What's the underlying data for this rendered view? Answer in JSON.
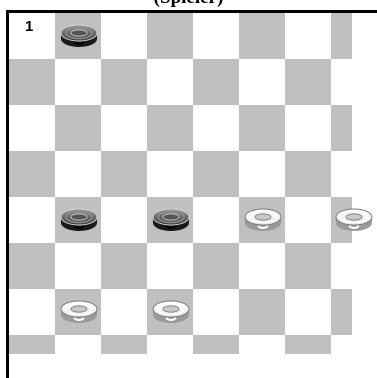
{
  "header": {
    "title_fragment": "(Spieler)"
  },
  "board": {
    "columns": 8,
    "rows": 8,
    "first_square_color": "light",
    "colors": {
      "light": "#ffffff",
      "dark": "#c0c0c0",
      "border": "#000000"
    },
    "coordinate_label": {
      "text": "1",
      "row": 1,
      "col": 1
    },
    "pieces": [
      {
        "row": 1,
        "col": 2,
        "color": "black"
      },
      {
        "row": 5,
        "col": 2,
        "color": "black"
      },
      {
        "row": 5,
        "col": 4,
        "color": "black"
      },
      {
        "row": 5,
        "col": 6,
        "color": "white"
      },
      {
        "row": 5,
        "col": 8,
        "color": "white"
      },
      {
        "row": 7,
        "col": 2,
        "color": "white"
      },
      {
        "row": 7,
        "col": 4,
        "color": "white"
      }
    ]
  }
}
